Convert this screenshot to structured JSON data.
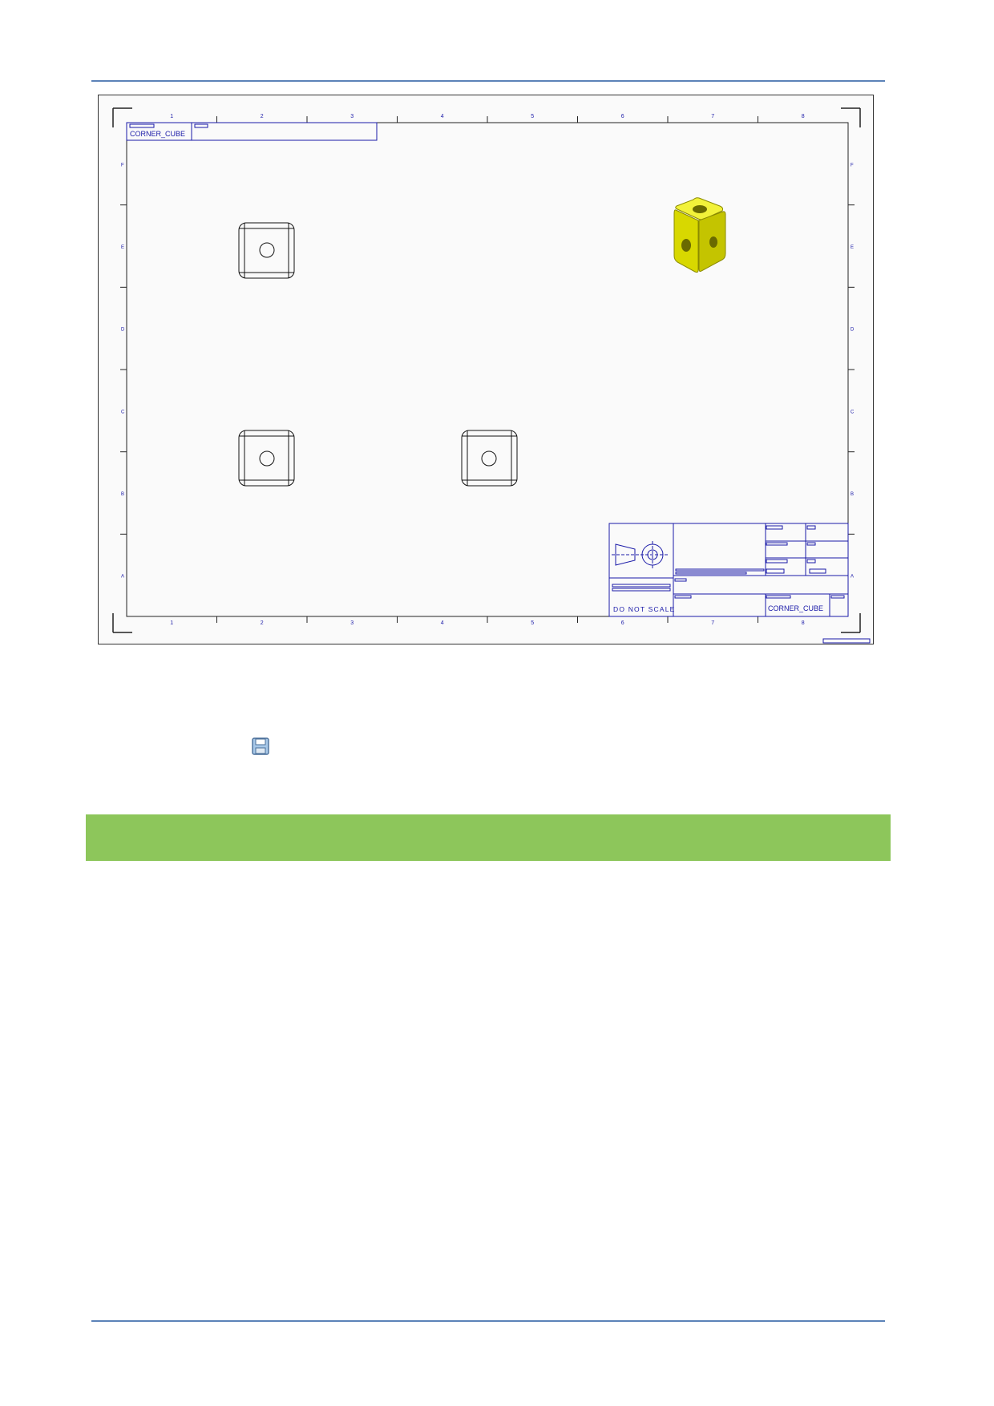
{
  "drawing": {
    "column_labels": [
      "1",
      "2",
      "3",
      "4",
      "5",
      "6",
      "7",
      "8"
    ],
    "row_labels": [
      "F",
      "E",
      "D",
      "C",
      "B",
      "A"
    ],
    "top_left_title": "CORNER_CUBE",
    "title_block": {
      "do_not_scale": "DO NOT SCALE",
      "part_name": "CORNER_CUBE"
    },
    "views": [
      "front-view",
      "top-view",
      "side-view",
      "isometric-view"
    ],
    "colors": {
      "line": "#1a1aa8",
      "model": "#e8e800",
      "model_shadow": "#9a9a00"
    }
  },
  "toolbar": {
    "save_icon": "save-icon"
  },
  "banner": {
    "color": "#8dc65b"
  }
}
